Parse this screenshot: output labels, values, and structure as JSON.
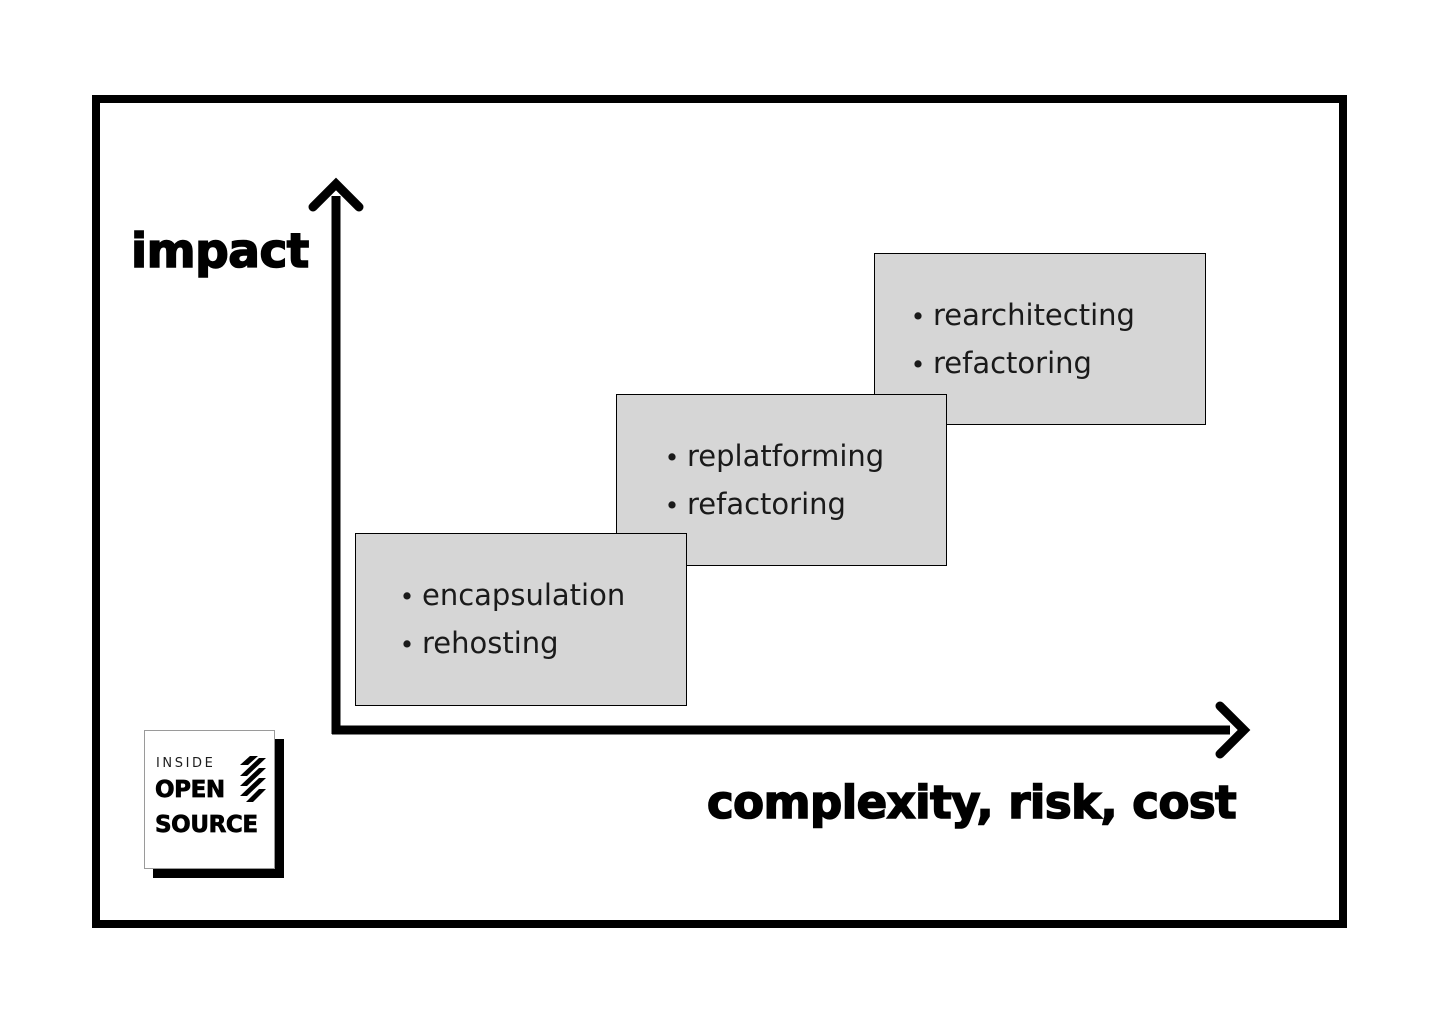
{
  "slide": {
    "background_color": "#ffffff",
    "frame_color": "#000000",
    "box_fill_color": "#d6d6d6",
    "box_border_color": "#000000"
  },
  "axes": {
    "y_label": "impact",
    "x_label": "complexity, risk, cost",
    "y_arrow_name": "y-axis-arrow",
    "x_arrow_name": "x-axis-arrow"
  },
  "steps": [
    {
      "id": "step-low",
      "items": [
        "encapsulation",
        "rehosting"
      ],
      "bullet": "•"
    },
    {
      "id": "step-mid",
      "items": [
        "replatforming",
        "refactoring"
      ],
      "bullet": "•"
    },
    {
      "id": "step-high",
      "items": [
        "rearchitecting",
        "refactoring"
      ],
      "bullet": "•"
    }
  ],
  "logo": {
    "line1": "INSIDE",
    "line2": "OPEN",
    "line3": "SOURCE",
    "mark_name": "zigzag-bars-logo-mark"
  }
}
